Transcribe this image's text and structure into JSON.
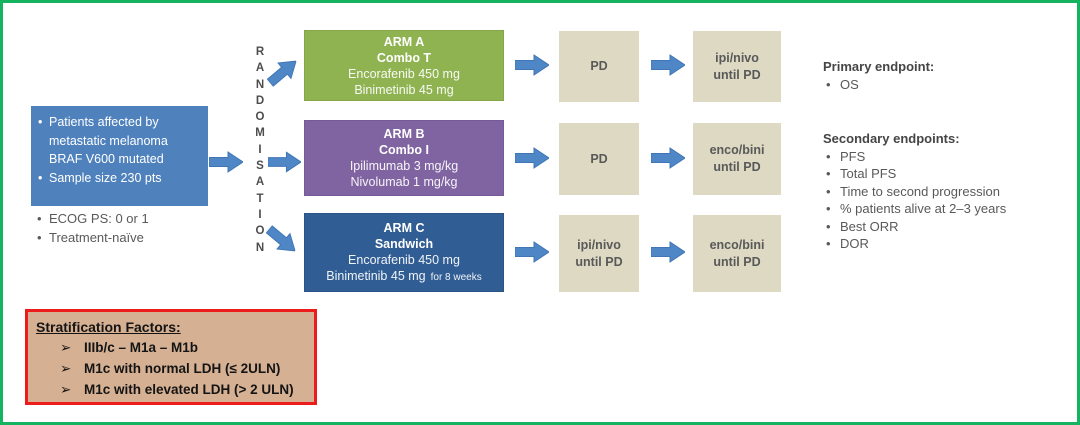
{
  "colors": {
    "page_border": "#15b35f",
    "eligibility_bg": "#4f81bd",
    "arm_a_bg": "#90b352",
    "arm_b_bg": "#8064a2",
    "arm_c_bg": "#305d93",
    "stage_bg": "#ddd9c3",
    "arrow_blue": "#4e86c6",
    "stratification_bg": "#d5b093",
    "stratification_border": "#ec1c1c",
    "gray_text": "#595959"
  },
  "eligibility": {
    "bullets": [
      "Patients affected by metastatic melanoma BRAF V600 mutated",
      "Sample size 230 pts"
    ],
    "notes": [
      "ECOG PS: 0 or 1",
      "Treatment-naïve"
    ]
  },
  "randomisation": {
    "label": "RANDOMISATION",
    "stacked": "R\nA\nN\nD\nO\nM\nI\nS\nA\nT\nI\nO\nN"
  },
  "arms": [
    {
      "title": "ARM A",
      "subtitle": "Combo T",
      "drug1": "Encorafenib 450 mg",
      "drug2": "Binimetinib 45 mg",
      "drug2_note": "",
      "stage1": "PD",
      "stage2": "ipi/nivo\nuntil PD"
    },
    {
      "title": "ARM B",
      "subtitle": "Combo I",
      "drug1": "Ipilimumab 3 mg/kg",
      "drug2": "Nivolumab 1 mg/kg",
      "drug2_note": "",
      "stage1": "PD",
      "stage2": "enco/bini\nuntil PD"
    },
    {
      "title": "ARM C",
      "subtitle": "Sandwich",
      "drug1": "Encorafenib 450 mg",
      "drug2": "Binimetinib 45 mg",
      "drug2_note": "for 8 weeks",
      "stage1": "ipi/nivo\nuntil PD",
      "stage2": "enco/bini\nuntil PD"
    }
  ],
  "endpoints": {
    "primary_title": "Primary endpoint:",
    "primary_items": [
      "OS"
    ],
    "secondary_title": "Secondary endpoints:",
    "secondary_items": [
      "PFS",
      "Total PFS",
      "Time to second progression",
      "% patients alive at 2–3 years",
      "Best ORR",
      "DOR"
    ]
  },
  "stratification": {
    "title": "Stratification Factors:",
    "items": [
      "IIIb/c – M1a – M1b",
      "M1c with normal LDH (≤ 2ULN)",
      "M1c with elevated LDH (> 2 ULN)"
    ]
  }
}
